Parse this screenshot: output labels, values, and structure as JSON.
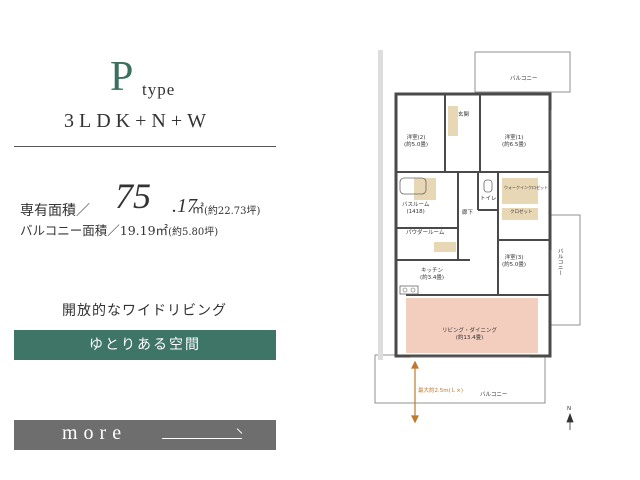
{
  "header": {
    "type_letter": "P",
    "type_word": "type",
    "layout_code": "3LDK+N+W"
  },
  "area": {
    "exclusive_label": "専有面積／",
    "exclusive_value_main": "75",
    "exclusive_value_decimal": ".17",
    "exclusive_unit": "㎡",
    "exclusive_tsubo": "(約22.73坪)",
    "balcony_label": "バルコニー面積／",
    "balcony_value": "19.19㎡",
    "balcony_tsubo": "(約5.80坪)"
  },
  "feature": {
    "heading": "開放的なワイドリビング",
    "bar_label": "ゆとりある空間"
  },
  "more_button": {
    "label": "more"
  },
  "plan": {
    "rooms": {
      "entrance": "玄関",
      "bedroom2": "洋室(2)",
      "bedroom2_size": "(約5.0畳)",
      "bedroom1": "洋室(1)",
      "bedroom1_size": "(約6.5畳)",
      "bedroom3": "洋室(3)",
      "bedroom3_size": "(約5.0畳)",
      "bathroom": "バスルーム",
      "bathroom_size": "(1418)",
      "hall": "廊下",
      "toilet": "トイレ",
      "powder_room": "パウダールーム",
      "kitchen": "キッチン",
      "kitchen_size": "(約3.4畳)",
      "living": "リビング・ダイニング",
      "living_size": "(約13.4畳)",
      "walk_in": "ウォークインクロゼット",
      "closet": "クロゼット",
      "balcony_top": "バルコニー",
      "balcony_side": "バルコニー",
      "balcony_bottom": "バルコニー",
      "max_span": "最大約2.5m(Ｌ×)",
      "north": "N"
    },
    "colors": {
      "wall": "#4a4a4a",
      "living_floor": "#f3cdbd",
      "storage": "#e8d7b4",
      "arrow": "#c0772e"
    }
  }
}
